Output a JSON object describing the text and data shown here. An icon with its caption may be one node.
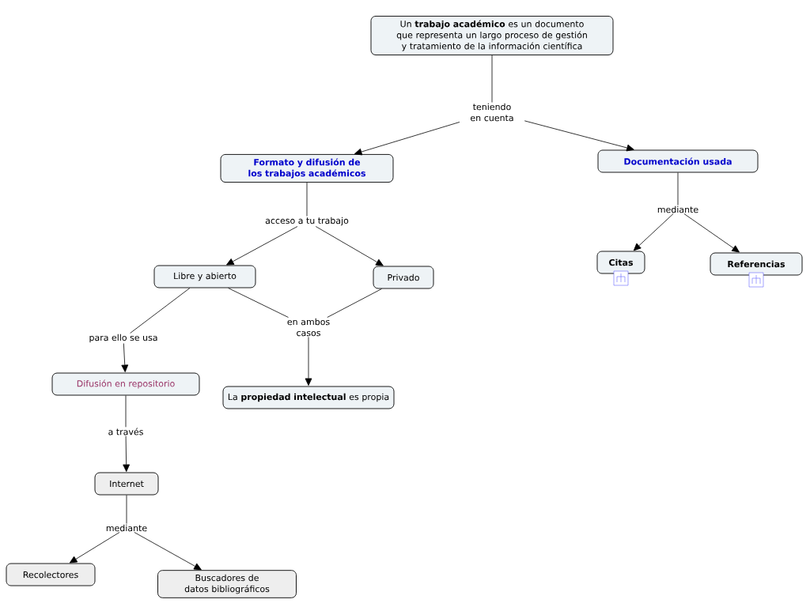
{
  "diagram": {
    "nodes": [
      {
        "text": [
          "Un **trabajo académico** es un documento que representa un largo proceso de gestión y tratamiento de la información científica"
        ]
      },
      {
        "text": [
          "teniendo en cuenta"
        ]
      },
      {
        "text": [
          "Formato y difusión de los trabajos académicos"
        ]
      },
      {
        "text": [
          "Documentación usada"
        ]
      },
      {
        "text": [
          "acceso a tu trabajo"
        ]
      },
      {
        "text": [
          "mediante"
        ]
      },
      {
        "text": [
          "Libre y abierto"
        ]
      },
      {
        "text": [
          "Privado"
        ]
      },
      {
        "text": [
          "Citas"
        ]
      },
      {
        "text": [
          "Referencias"
        ]
      },
      {
        "text": [
          "para ello se usa"
        ]
      },
      {
        "text": [
          "en ambos casos"
        ]
      },
      {
        "text": [
          "Difusión en repositorio"
        ]
      },
      {
        "text": [
          "La **propiedad intelectual** es propia"
        ]
      },
      {
        "text": [
          "a través"
        ]
      },
      {
        "text": [
          "Internet"
        ]
      },
      {
        "text": [
          "mediante"
        ]
      },
      {
        "text": [
          "Recolectores"
        ]
      },
      {
        "text": [
          "Buscadores de datos bibliográficos"
        ]
      }
    ],
    "edges": [
      {
        "from": 0,
        "to": 1,
        "arrow": "none"
      },
      {
        "from": 1,
        "to": 2,
        "arrow": "to"
      },
      {
        "from": 1,
        "to": 3,
        "arrow": "to"
      },
      {
        "from": 2,
        "to": 4,
        "arrow": "none"
      },
      {
        "from": 4,
        "to": 6,
        "arrow": "to"
      },
      {
        "from": 4,
        "to": 7,
        "arrow": "to"
      },
      {
        "from": 3,
        "to": 5,
        "arrow": "none"
      },
      {
        "from": 5,
        "to": 8,
        "arrow": "to"
      },
      {
        "from": 5,
        "to": 9,
        "arrow": "to"
      },
      {
        "from": 6,
        "to": 10,
        "arrow": "none"
      },
      {
        "from": 10,
        "to": 12,
        "arrow": "to"
      },
      {
        "from": 6,
        "to": 11,
        "arrow": "none"
      },
      {
        "from": 7,
        "to": 11,
        "arrow": "none"
      },
      {
        "from": 11,
        "to": 13,
        "arrow": "to"
      },
      {
        "from": 12,
        "to": 14,
        "arrow": "none"
      },
      {
        "from": 14,
        "to": 15,
        "arrow": "to"
      },
      {
        "from": 15,
        "to": 16,
        "arrow": "none"
      },
      {
        "from": 16,
        "to": 17,
        "arrow": "to"
      },
      {
        "from": 16,
        "to": 18,
        "arrow": "to"
      }
    ]
  }
}
